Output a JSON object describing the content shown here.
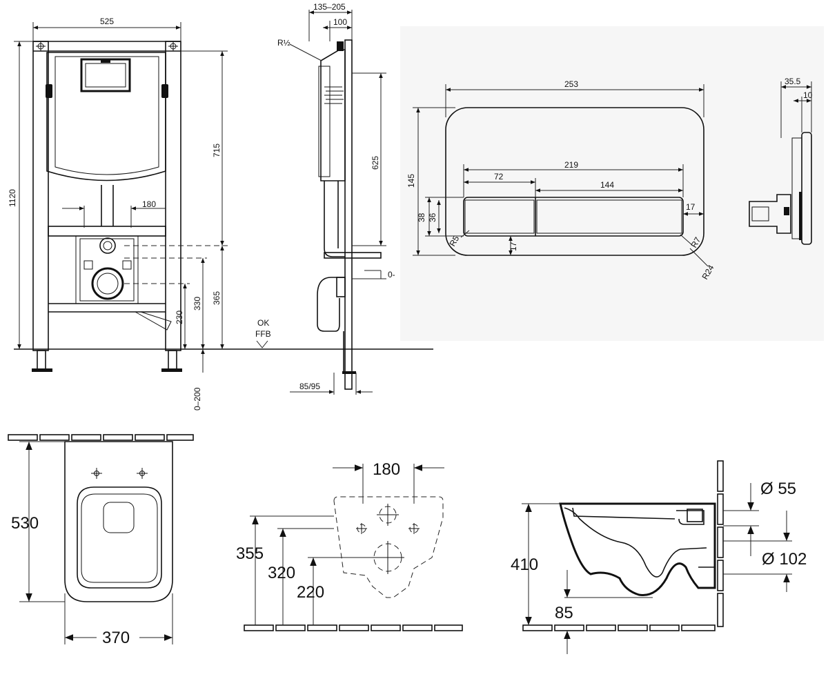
{
  "frame_front": {
    "width": "525",
    "height": "1120",
    "tank_height": "715",
    "bolt_spacing": "180",
    "drain_height": "365",
    "supply_height": "330",
    "outlet_height": "230",
    "leg_adjust": "0–200",
    "floor_mark_top": "OK",
    "floor_mark_bottom": "FFB"
  },
  "frame_side": {
    "depth_range": "135–205",
    "depth": "100",
    "thread": "R½",
    "height": "625",
    "offset": "0-",
    "foot_depth": "85/95"
  },
  "flush_plate": {
    "width": "253",
    "height": "145",
    "buttons_width": "219",
    "small_button": "72",
    "large_button": "144",
    "button_height_outer": "38",
    "button_height_inner": "36",
    "button_margin": "17",
    "bottom_margin": "17",
    "radius_small": "R5",
    "radius_mid": "R7",
    "radius_large": "R24"
  },
  "plate_side": {
    "depth_total": "35.5",
    "depth_plate": "10"
  },
  "bowl_top": {
    "length": "530",
    "width": "370"
  },
  "bowl_back": {
    "bolt_spacing": "180",
    "top_height": "355",
    "mid_height": "320",
    "low_height": "220"
  },
  "bowl_side": {
    "height": "410",
    "floor_gap": "85",
    "supply_diameter": "Ø 55",
    "drain_diameter": "Ø 102"
  }
}
